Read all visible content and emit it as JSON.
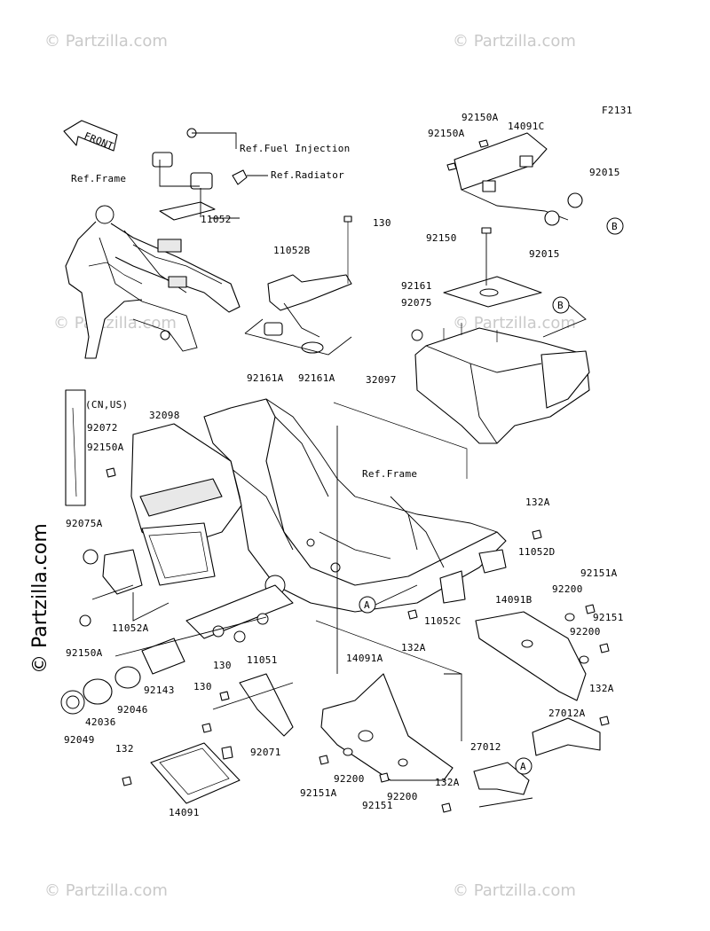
{
  "diagram_code": "F2131",
  "front_label": "FRONT",
  "watermark": "© Partzilla.com",
  "watermark_side": "© Partzilla.com",
  "refs": {
    "fuel_injection": "Ref.Fuel Injection",
    "radiator": "Ref.Radiator",
    "frame_top": "Ref.Frame",
    "frame_mid": "Ref.Frame",
    "cn_us": "(CN,US)"
  },
  "callouts": {
    "A": "A",
    "B": "B"
  },
  "parts": [
    "11052",
    "11052B",
    "130",
    "92161A",
    "92161A",
    "92150A",
    "92150A",
    "14091C",
    "92015",
    "92015",
    "92150",
    "92161",
    "92075",
    "32097",
    "92072",
    "32098",
    "92150A",
    "92075A",
    "11052A",
    "92150A",
    "92143",
    "92046",
    "42036",
    "92049",
    "130",
    "130",
    "11051",
    "92071",
    "132",
    "14091",
    "14091A",
    "92151A",
    "92200",
    "92151",
    "92200",
    "132A",
    "11052D",
    "92151A",
    "92200",
    "14091B",
    "11052C",
    "132A",
    "92151",
    "92200",
    "132A",
    "27012A",
    "27012",
    "132A"
  ]
}
